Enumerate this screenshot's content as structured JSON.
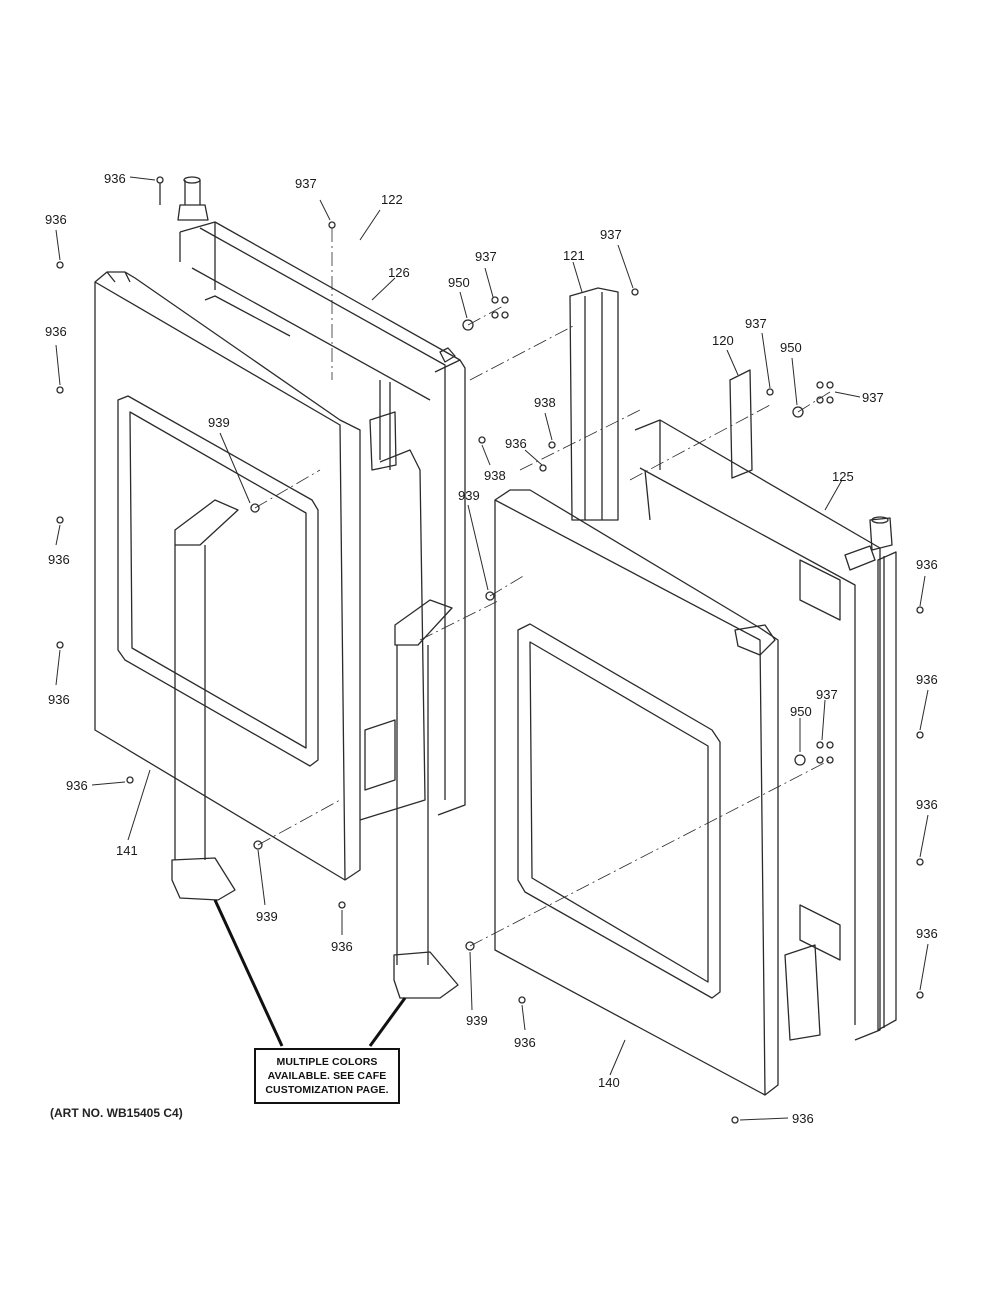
{
  "callouts": [
    "936",
    "937",
    "122",
    "936",
    "126",
    "937",
    "950",
    "937",
    "121",
    "936",
    "937",
    "120",
    "950",
    "937",
    "939",
    "938",
    "936",
    "938",
    "939",
    "936",
    "125",
    "936",
    "936",
    "936",
    "937",
    "950",
    "936",
    "141",
    "939",
    "936",
    "936",
    "939",
    "936",
    "140",
    "936",
    "936"
  ],
  "note": {
    "line1": "MULTIPLE COLORS",
    "line2": "AVAILABLE. SEE CAFE",
    "line3": "CUSTOMIZATION PAGE."
  },
  "art_number": "(ART NO. WB15405 C4)"
}
